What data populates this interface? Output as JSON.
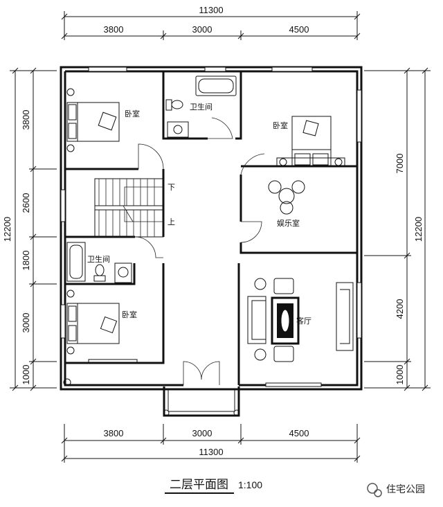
{
  "dimensions": {
    "top_total": "11300",
    "top_parts": [
      "3800",
      "3000",
      "4500"
    ],
    "bottom_parts": [
      "3800",
      "3000",
      "4500"
    ],
    "bottom_total": "11300",
    "left_total": "12200",
    "left_parts": [
      "3800",
      "2600",
      "1800",
      "3000",
      "1000"
    ],
    "right_total": "12200",
    "right_parts": [
      "7000",
      "4200",
      "1000"
    ]
  },
  "rooms": {
    "bedroom_nw": "卧室",
    "bathroom_n": "卫生间",
    "bedroom_ne": "卧室",
    "entertainment": "娱乐室",
    "bathroom_w": "卫生间",
    "bedroom_sw": "卧室",
    "living": "客厅"
  },
  "stairs": {
    "down": "下",
    "up": "上"
  },
  "title": "二层平面图",
  "scale": "1:100",
  "watermark": "住宅公园"
}
